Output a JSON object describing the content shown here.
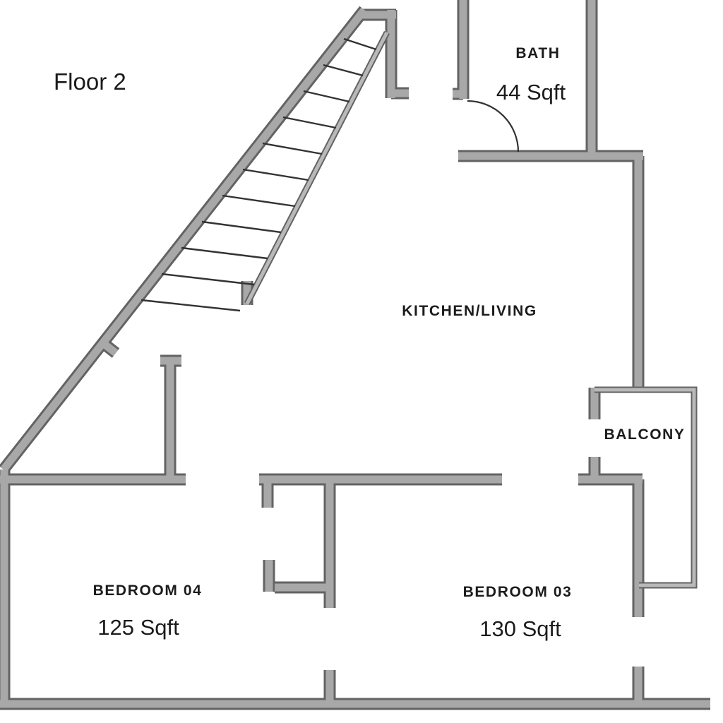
{
  "plan": {
    "title": "Floor 2",
    "rooms": [
      {
        "name": "BATH",
        "area": "44 Sqft"
      },
      {
        "name": "KITCHEN/LIVING",
        "area": ""
      },
      {
        "name": "BALCONY",
        "area": ""
      },
      {
        "name": "BEDROOM 04",
        "area": "125 Sqft"
      },
      {
        "name": "BEDROOM 03",
        "area": "130 Sqft"
      }
    ],
    "colors": {
      "background": "#ffffff",
      "wall_fill": "#a8a8a8",
      "wall_edge": "#636363",
      "thin_wall": "#b9b9b9",
      "line": "#333333",
      "text": "#1b1b1b"
    }
  }
}
